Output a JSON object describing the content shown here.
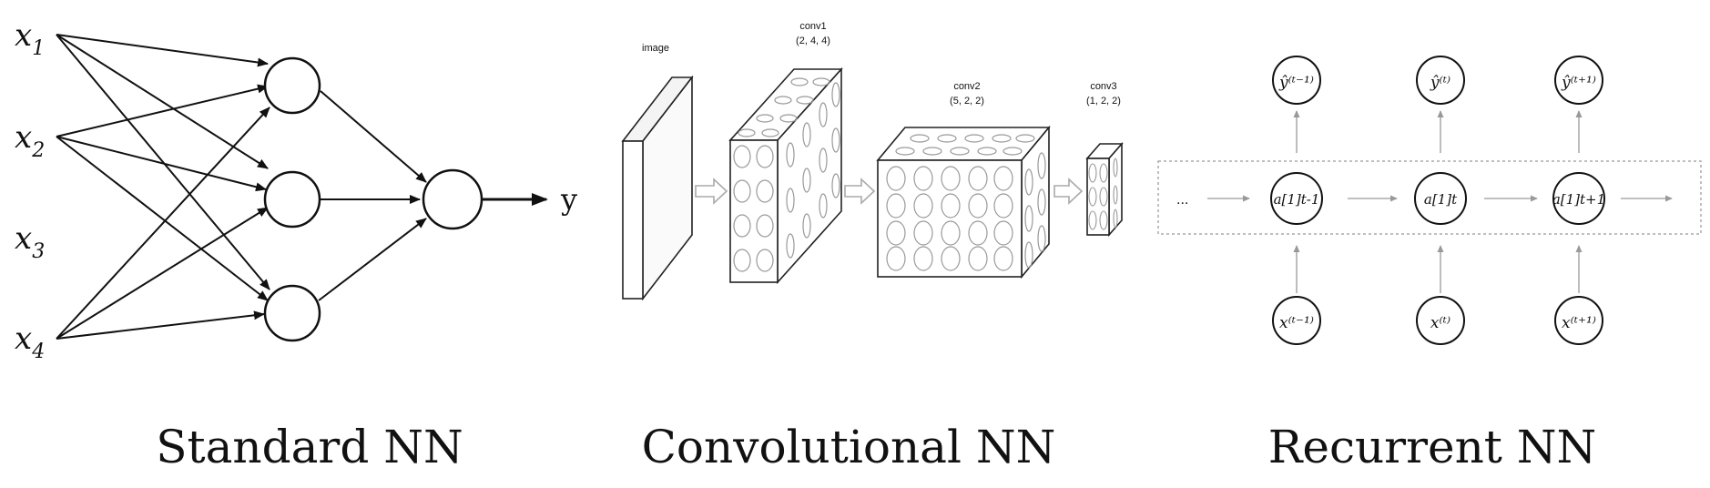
{
  "standard_nn": {
    "caption": "Standard NN",
    "inputs": [
      {
        "base": "x",
        "sub": "1"
      },
      {
        "base": "x",
        "sub": "2"
      },
      {
        "base": "x",
        "sub": "3"
      },
      {
        "base": "x",
        "sub": "4"
      }
    ],
    "output": "y"
  },
  "conv_nn": {
    "caption": "Convolutional NN",
    "image_label": "image",
    "layers": [
      {
        "name": "conv1",
        "dims": "(2, 4, 4)"
      },
      {
        "name": "conv2",
        "dims": "(5, 2, 2)"
      },
      {
        "name": "conv3",
        "dims": "(1, 2, 2)"
      }
    ]
  },
  "recurrent_nn": {
    "caption": "Recurrent NN",
    "outputs": [
      "ŷ⁽ᵗ⁻¹⁾",
      "ŷ⁽ᵗ⁾",
      "ŷ⁽ᵗ⁺¹⁾"
    ],
    "hidden": [
      "a[1]t-1",
      "a[1]t",
      "a[1]t+1"
    ],
    "inputs": [
      "x⁽ᵗ⁻¹⁾",
      "x⁽ᵗ⁾",
      "x⁽ᵗ⁺¹⁾"
    ],
    "ellipsis": "..."
  }
}
